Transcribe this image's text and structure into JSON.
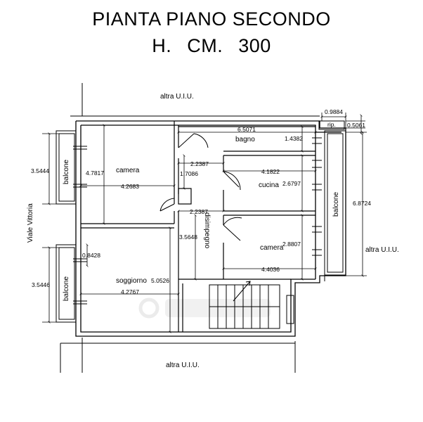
{
  "title_line1": "PIANTA PIANO SECONDO",
  "title_line2": "H.   CM.  300",
  "neighbors": {
    "top": "altra  U.I.U.",
    "bottom": "altra  U.I.U.",
    "right": "altra  U.I.U.",
    "left": "Viale  Vittoria"
  },
  "rooms": {
    "camera_1": "camera",
    "camera_2": "camera",
    "bagno": "bagno",
    "cucina": "cucina",
    "disimpegno": "disimpegno",
    "soggiorno": "soggiorno",
    "balcone_top": "balcone",
    "balcone_bottom": "balcone",
    "balcone_right": "balcone",
    "rip": "rip."
  },
  "dims": {
    "d_09884": "0.9884",
    "d_05061": "0.5061",
    "d_65071": "6.5071",
    "d_14382": "1.4382",
    "d_35444": "3.5444",
    "d_47817": "4.7817",
    "d_42683": "4.2683",
    "d_22387a": "2.2387",
    "d_17086": "1.7086",
    "d_41822": "4.1822",
    "d_26797": "2.6797",
    "d_68724": "6.8724",
    "d_22387b": "2.2387",
    "d_35648": "3.5648",
    "d_28807": "2.8807",
    "d_08428": "0.8428",
    "d_44036": "4.4036",
    "d_35446": "3.5446",
    "d_50526": "5.0526",
    "d_42767": "4.2767"
  }
}
